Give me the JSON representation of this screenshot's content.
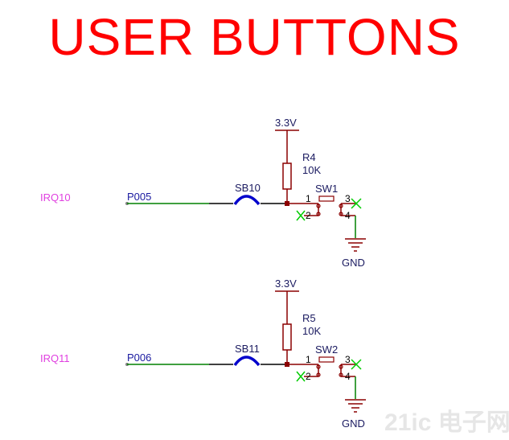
{
  "title": "USER BUTTONS",
  "circuits": [
    {
      "supply": "3.3V",
      "resistor_ref": "R4",
      "resistor_value": "10K",
      "net": "IRQ10",
      "port": "P005",
      "bridge": "SB10",
      "switch": "SW1",
      "pins": [
        "1",
        "2",
        "3",
        "4"
      ],
      "ground": "GND"
    },
    {
      "supply": "3.3V",
      "resistor_ref": "R5",
      "resistor_value": "10K",
      "net": "IRQ11",
      "port": "P006",
      "bridge": "SB11",
      "switch": "SW2",
      "pins": [
        "1",
        "2",
        "3",
        "4"
      ],
      "ground": "GND"
    }
  ],
  "watermark": "21ic 电子网",
  "colors": {
    "title": "#ff0000",
    "wire": "#008000",
    "component": "#8b0000",
    "bridge": "#0000cc",
    "net_label": "#e040e0",
    "port_label": "#1a1aa0",
    "noconnect": "#00cc00"
  }
}
